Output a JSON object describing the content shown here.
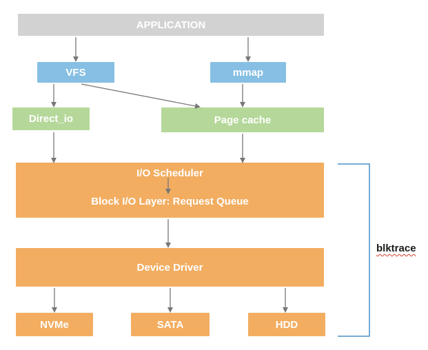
{
  "diagram": {
    "application": "APPLICATION",
    "vfs": "VFS",
    "mmap": "mmap",
    "direct_io": "Direct_io",
    "page_cache": "Page cache",
    "io_scheduler": "I/O Scheduler",
    "block_io_layer": "Block I/O Layer: Request Queue",
    "device_driver": "Device Driver",
    "devices": [
      "NVMe",
      "SATA",
      "HDD"
    ],
    "bracket_label": "blktrace"
  },
  "colors": {
    "application": "#d2d2d2",
    "interface": "#86bfe3",
    "cache": "#b5d89a",
    "kernel_layer": "#f2ad61",
    "bracket": "#4a90c8",
    "arrow": "#777777"
  }
}
